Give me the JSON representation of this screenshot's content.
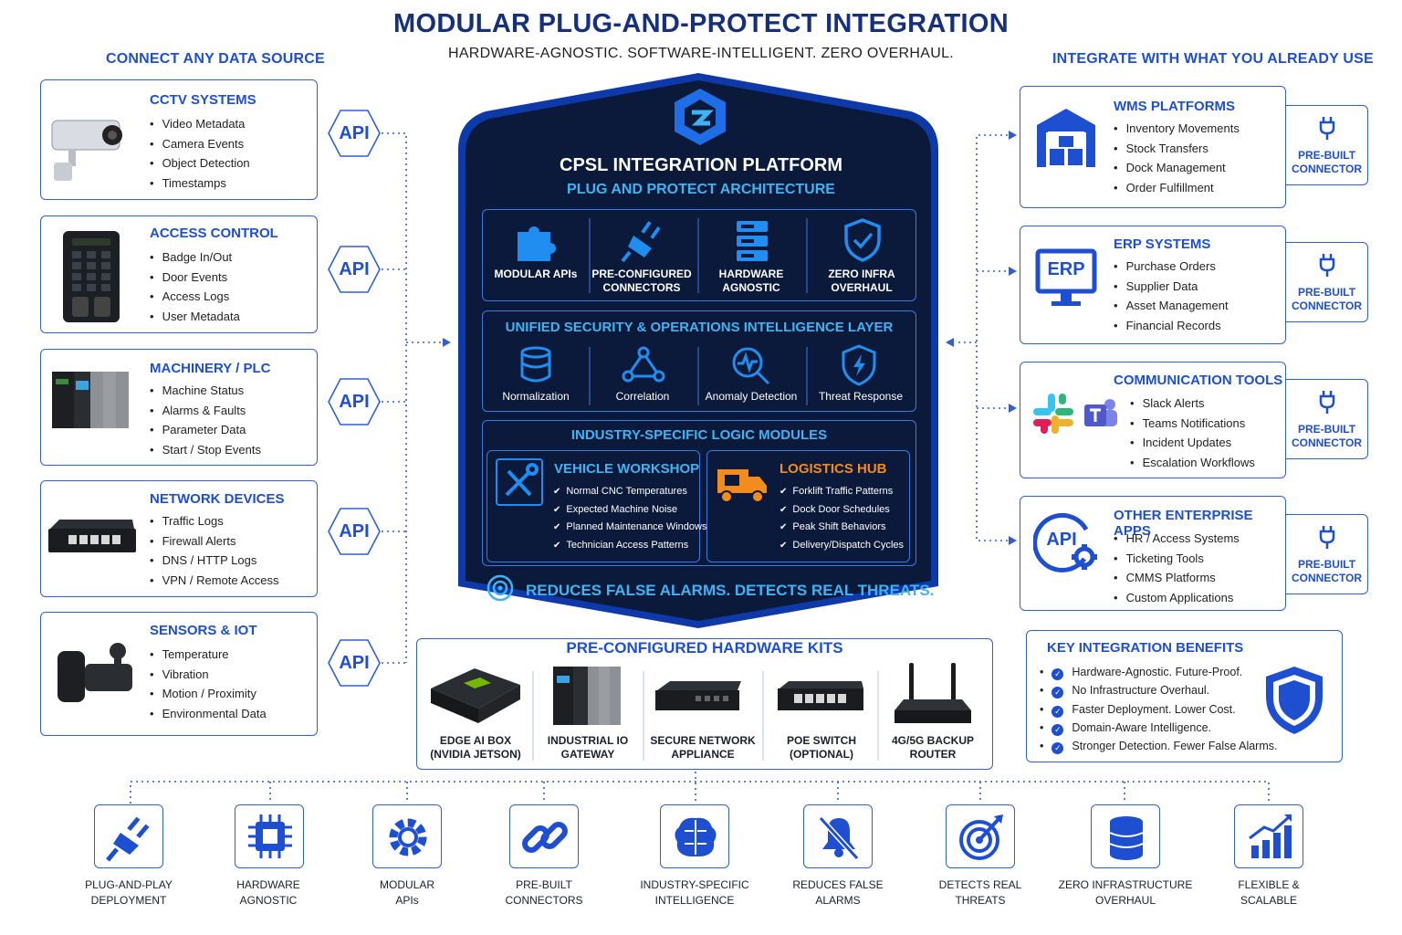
{
  "header": {
    "title": "MODULAR PLUG-AND-PROTECT INTEGRATION",
    "subtitle": "HARDWARE-AGNOSTIC. SOFTWARE-INTELLIGENT. ZERO OVERHAUL."
  },
  "left": {
    "title": "CONNECT ANY DATA SOURCE",
    "api_label": "API",
    "sources": [
      {
        "title": "CCTV SYSTEMS",
        "items": [
          "Video Metadata",
          "Camera Events",
          "Object Detection",
          "Timestamps"
        ]
      },
      {
        "title": "ACCESS CONTROL",
        "items": [
          "Badge In/Out",
          "Door Events",
          "Access Logs",
          "User Metadata"
        ]
      },
      {
        "title": "MACHINERY / PLC",
        "items": [
          "Machine Status",
          "Alarms & Faults",
          "Parameter Data",
          "Start / Stop Events"
        ]
      },
      {
        "title": "NETWORK DEVICES",
        "items": [
          "Traffic Logs",
          "Firewall Alerts",
          "DNS / HTTP Logs",
          "VPN / Remote Access"
        ]
      },
      {
        "title": "SENSORS & IOT",
        "items": [
          "Temperature",
          "Vibration",
          "Motion / Proximity",
          "Environmental Data"
        ]
      }
    ]
  },
  "right": {
    "title": "INTEGRATE WITH WHAT YOU ALREADY USE",
    "connector_line1": "PRE-BUILT",
    "connector_line2": "CONNECTOR",
    "erp_badge": "ERP",
    "api_badge": "API",
    "apps": [
      {
        "title": "WMS PLATFORMS",
        "items": [
          "Inventory Movements",
          "Stock Transfers",
          "Dock Management",
          "Order Fulfillment"
        ]
      },
      {
        "title": "ERP SYSTEMS",
        "items": [
          "Purchase Orders",
          "Supplier Data",
          "Asset Management",
          "Financial Records"
        ]
      },
      {
        "title": "COMMUNICATION TOOLS",
        "items": [
          "Slack Alerts",
          "Teams Notifications",
          "Incident Updates",
          "Escalation Workflows"
        ]
      },
      {
        "title": "OTHER ENTERPRISE APPS",
        "items": [
          "HR / Access Systems",
          "Ticketing Tools",
          "CMMS Platforms",
          "Custom Applications"
        ]
      }
    ]
  },
  "platform": {
    "title": "CPSL INTEGRATION PLATFORM",
    "subtitle": "PLUG AND PROTECT ARCHITECTURE",
    "features": [
      {
        "line1": "MODULAR APIs",
        "line2": ""
      },
      {
        "line1": "PRE-CONFIGURED",
        "line2": "CONNECTORS"
      },
      {
        "line1": "HARDWARE",
        "line2": "AGNOSTIC"
      },
      {
        "line1": "ZERO INFRA",
        "line2": "OVERHAUL"
      }
    ],
    "layer_title": "UNIFIED SECURITY & OPERATIONS INTELLIGENCE LAYER",
    "layer_items": [
      "Normalization",
      "Correlation",
      "Anomaly Detection",
      "Threat Response"
    ],
    "modules_title": "INDUSTRY-SPECIFIC LOGIC MODULES",
    "modules": [
      {
        "title": "VEHICLE WORKSHOP",
        "color": "#3fb4f5",
        "items": [
          "Normal CNC Temperatures",
          "Expected Machine Noise",
          "Planned Maintenance Windows",
          "Technician Access Patterns"
        ]
      },
      {
        "title": "LOGISTICS HUB",
        "color": "#f28c1e",
        "items": [
          "Forklift Traffic Patterns",
          "Dock Door Schedules",
          "Peak Shift Behaviors",
          "Delivery/Dispatch Cycles"
        ]
      }
    ],
    "tagline": "REDUCES FALSE ALARMS. DETECTS REAL THREATS."
  },
  "kits": {
    "title": "PRE-CONFIGURED HARDWARE KITS",
    "items": [
      {
        "line1": "EDGE AI BOX",
        "line2": "(NVIDIA JETSON)"
      },
      {
        "line1": "INDUSTRIAL IO",
        "line2": "GATEWAY"
      },
      {
        "line1": "SECURE NETWORK",
        "line2": "APPLIANCE"
      },
      {
        "line1": "POE SWITCH",
        "line2": "(OPTIONAL)"
      },
      {
        "line1": "4G/5G BACKUP",
        "line2": "ROUTER"
      }
    ]
  },
  "benefits": {
    "title": "KEY INTEGRATION BENEFITS",
    "items": [
      "Hardware-Agnostic. Future-Proof.",
      "No Infrastructure Overhaul.",
      "Faster Deployment. Lower Cost.",
      "Domain-Aware Intelligence.",
      "Stronger Detection. Fewer False Alarms."
    ]
  },
  "bottom": [
    {
      "line1": "PLUG-AND-PLAY",
      "line2": "DEPLOYMENT",
      "icon": "plug-icon"
    },
    {
      "line1": "HARDWARE",
      "line2": "AGNOSTIC",
      "icon": "chip-icon"
    },
    {
      "line1": "MODULAR",
      "line2": "APIs",
      "icon": "gear-icon"
    },
    {
      "line1": "PRE-BUILT",
      "line2": "CONNECTORS",
      "icon": "link-icon"
    },
    {
      "line1": "INDUSTRY-SPECIFIC",
      "line2": "INTELLIGENCE",
      "icon": "brain-icon"
    },
    {
      "line1": "REDUCES FALSE",
      "line2": "ALARMS",
      "icon": "bell-off-icon"
    },
    {
      "line1": "DETECTS REAL",
      "line2": "THREATS",
      "icon": "target-icon"
    },
    {
      "line1": "ZERO INFRASTRUCTURE",
      "line2": "OVERHAUL",
      "icon": "database-icon"
    },
    {
      "line1": "FLEXIBLE &",
      "line2": "SCALABLE",
      "icon": "growth-chart-icon"
    }
  ],
  "colors": {
    "brand": "#1f4fd1",
    "navy": "#0b1a3a",
    "cyan": "#3fb4f5",
    "orange": "#f28c1e"
  }
}
